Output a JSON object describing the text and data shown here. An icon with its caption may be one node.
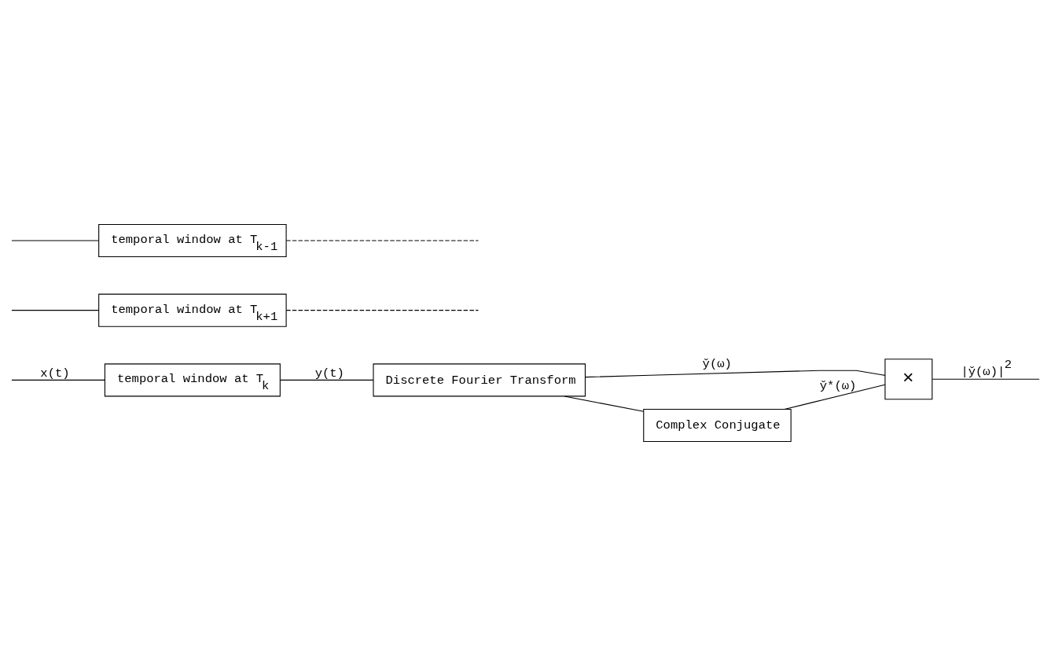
{
  "diagram": {
    "nodes": [
      {
        "text": [
          "temporal window at T$_{k-1}$"
        ]
      },
      {
        "text": [
          "temporal window at T$_{k}$"
        ]
      },
      {
        "text": [
          "temporal window at T$_{k+1}$"
        ]
      },
      {
        "text": [
          "Discrete Fourier Transform"
        ]
      },
      {
        "text": [
          "Complex Conjugate"
        ]
      },
      {
        "text": [
          "×"
        ]
      }
    ],
    "edges": [
      {
        "from": 0,
        "to": null,
        "arrow": "none",
        "style": "dashed"
      },
      {
        "from": 2,
        "to": null,
        "arrow": "none",
        "style": "dashed"
      },
      {
        "from": null,
        "to": 0,
        "arrow": "none"
      },
      {
        "from": null,
        "to": 1,
        "arrow": "none",
        "label": "x(t)"
      },
      {
        "from": null,
        "to": 2,
        "arrow": "none"
      },
      {
        "from": 1,
        "to": 3,
        "arrow": "none",
        "label": "y(t)"
      },
      {
        "from": 3,
        "to": 5,
        "arrow": "none",
        "label": "y̌(ω)"
      },
      {
        "from": 3,
        "to": 4,
        "arrow": "none"
      },
      {
        "from": 4,
        "to": 5,
        "arrow": "none",
        "label": "y̌*(ω)"
      },
      {
        "from": 5,
        "to": null,
        "arrow": "none",
        "label": "|y̌(ω)|$^{2}$"
      }
    ]
  }
}
